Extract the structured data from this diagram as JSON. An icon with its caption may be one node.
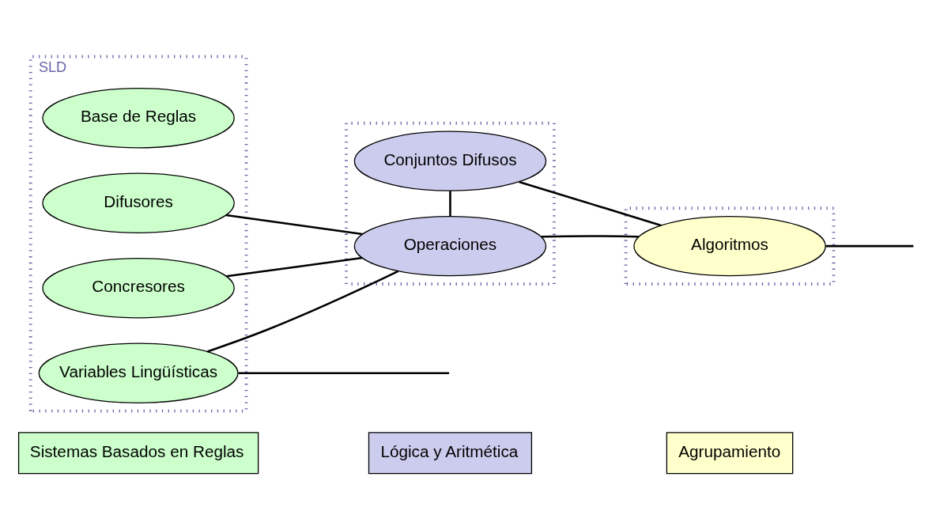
{
  "diagram": {
    "nodes": [
      {
        "text": [
          "SLD"
        ]
      },
      {
        "text": [
          "Base de Reglas"
        ],
        "in": 0
      },
      {
        "text": [
          "Difusores"
        ],
        "in": 0
      },
      {
        "text": [
          "Concresores"
        ],
        "in": 0
      },
      {
        "text": [
          "Variables Lingüísticas"
        ],
        "in": 0
      },
      {
        "text": [],
        "shape": "box"
      },
      {
        "text": [
          "Operaciones"
        ],
        "in": 5
      },
      {
        "text": [
          "Conjuntos Difusos"
        ],
        "in": 5
      },
      {
        "text": [],
        "shape": "box"
      },
      {
        "text": [
          "Algoritmos"
        ],
        "in": 8
      }
    ],
    "edges": [
      {
        "from": 2,
        "to": 6,
        "arrow": "none"
      },
      {
        "from": 3,
        "to": 6,
        "arrow": "none"
      },
      {
        "from": 4,
        "to": 6,
        "arrow": "none"
      },
      {
        "from": 6,
        "to": 9,
        "arrow": "none"
      },
      {
        "from": 6,
        "to": 7,
        "arrow": "none"
      },
      {
        "from": 7,
        "to": 9,
        "arrow": "none"
      },
      {
        "from": 4,
        "to": null,
        "arrow": "none"
      },
      {
        "from": 9,
        "to": null,
        "arrow": "none"
      }
    ],
    "legend": [
      {
        "text": "Sistemas Basados en Reglas",
        "color": "#ccffcc"
      },
      {
        "text": "Lógica y Aritmética",
        "color": "#ccccee"
      },
      {
        "text": "Agrupamiento",
        "color": "#ffffcc"
      }
    ]
  }
}
